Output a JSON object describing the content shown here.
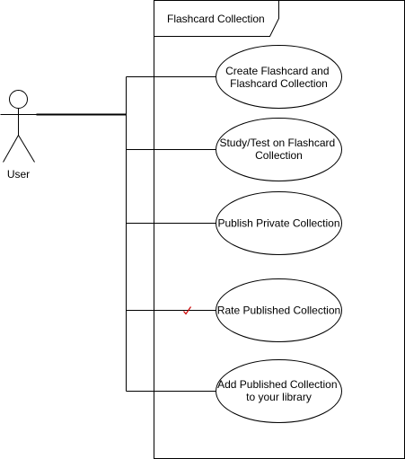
{
  "system": {
    "title": "Flashcard Collection"
  },
  "actor": {
    "label": "User"
  },
  "use_cases": [
    {
      "lines": [
        "Create Flashcard and",
        "Flashcard Collection"
      ]
    },
    {
      "lines": [
        "Study/Test on Flashcard",
        "Collection"
      ]
    },
    {
      "lines": [
        "Publish Private Collection"
      ]
    },
    {
      "lines": [
        "Rate Published Collection"
      ]
    },
    {
      "lines": [
        "Add Published Collection",
        "to your library"
      ]
    }
  ],
  "colors": {
    "line": "#000000",
    "background": "#ffffff",
    "marker": "#cc0000"
  }
}
